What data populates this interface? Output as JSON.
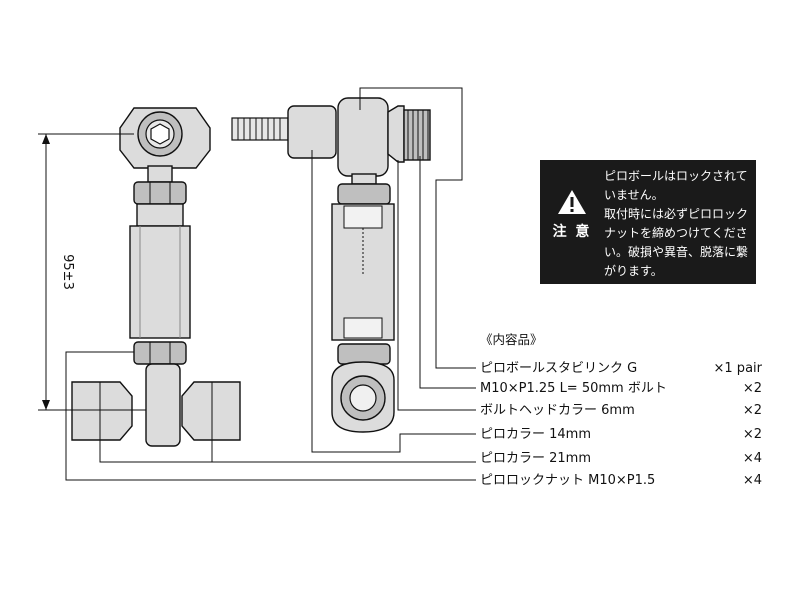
{
  "dimension": {
    "label": "95±3"
  },
  "warning": {
    "label": "注 意",
    "lines": [
      "ピロボールはロックされて",
      "いません。",
      "取付時には必ずピロロック",
      "ナットを締めつけてくださ",
      "い。破損や異音、脱落に繋",
      "がります。"
    ],
    "icon": "warning-triangle-icon"
  },
  "contents": {
    "heading": "《内容品》",
    "items": [
      {
        "name": "ピロボールスタビリンク G",
        "qty": "×1 pair"
      },
      {
        "name": "M10×P1.25 L= 50mm ボルト",
        "qty": "×2"
      },
      {
        "name": "ボルトヘッドカラー  6mm",
        "qty": "×2"
      },
      {
        "name": "ピロカラー 14mm",
        "qty": "×2"
      },
      {
        "name": "ピロカラー 21mm",
        "qty": "×4"
      },
      {
        "name": "ピロロックナット M10×P1.5",
        "qty": "×4"
      }
    ]
  }
}
